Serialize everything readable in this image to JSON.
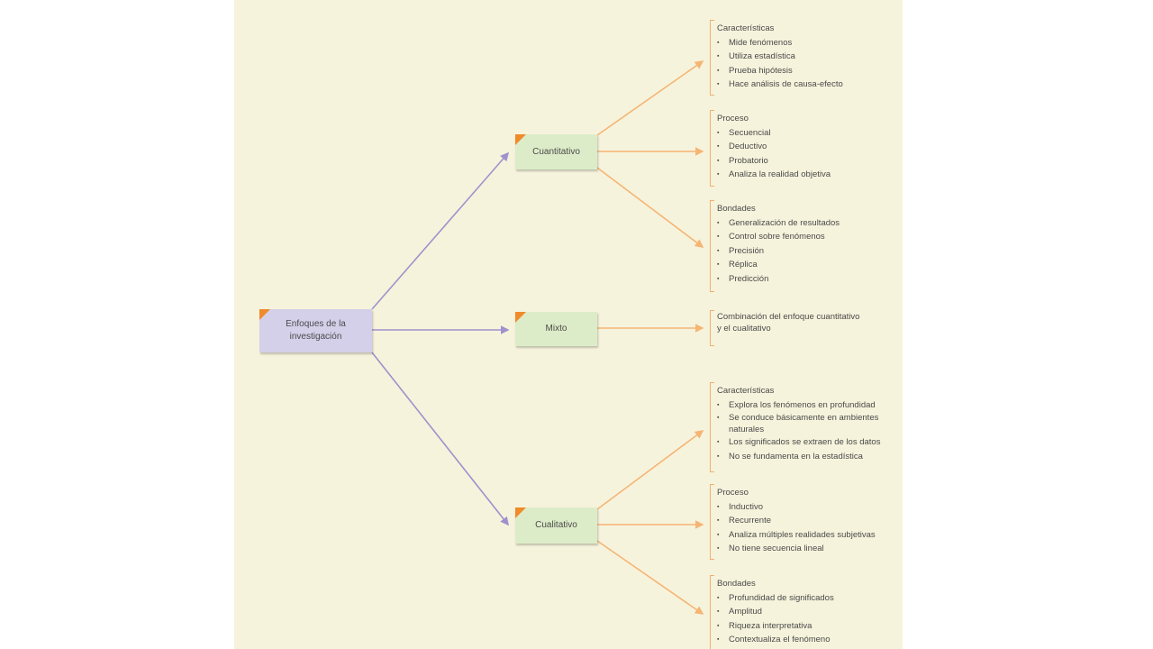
{
  "root": {
    "label": "Enfoques de la investigación"
  },
  "approaches": [
    {
      "label": "Cuantitativo",
      "groups": [
        {
          "title": "Características",
          "items": [
            "Mide fenómenos",
            "Utiliza estadística",
            "Prueba hipótesis",
            "Hace análisis de causa-efecto"
          ]
        },
        {
          "title": "Proceso",
          "items": [
            "Secuencial",
            "Deductivo",
            "Probatorio",
            "Analiza la realidad objetiva"
          ]
        },
        {
          "title": "Bondades",
          "items": [
            "Generalización de resultados",
            "Control sobre fenómenos",
            "Precisión",
            "Réplica",
            "Predicción"
          ]
        }
      ]
    },
    {
      "label": "Mixto",
      "description_line1": "Combinación del enfoque cuantitativo",
      "description_line2": "y el cualitativo"
    },
    {
      "label": "Cualitativo",
      "groups": [
        {
          "title": "Características",
          "items": [
            "Explora los fenómenos en profundidad",
            "Se conduce básicamente en ambientes naturales",
            "Los significados se extraen de los datos",
            "No se fundamenta en la estadística"
          ]
        },
        {
          "title": "Proceso",
          "items": [
            "Inductivo",
            "Recurrente",
            "Analiza múltiples realidades subjetivas",
            "No tiene secuencia lineal"
          ]
        },
        {
          "title": "Bondades",
          "items": [
            "Profundidad de significados",
            "Amplitud",
            "Riqueza interpretativa",
            "Contextualiza el fenómeno"
          ]
        }
      ]
    }
  ],
  "colors": {
    "background": "#f6f3dc",
    "root_fill": "#d4d0ea",
    "node_fill": "#ddecc8",
    "corner_accent": "#f08a2b",
    "root_connector": "#9e92cc",
    "branch_connector": "#f5b574"
  }
}
